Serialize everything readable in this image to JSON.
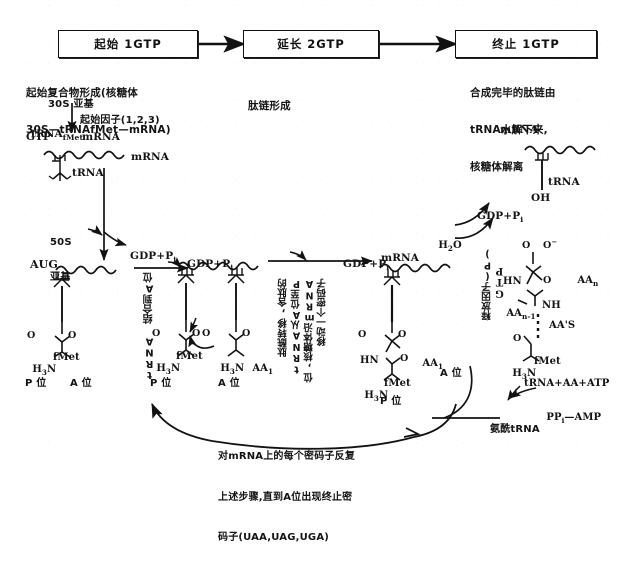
{
  "figure": {
    "title_boxes": [
      {
        "id": "initiation",
        "label": "起始 1GTP"
      },
      {
        "id": "elongation",
        "label": "延长 2GTP"
      },
      {
        "id": "termination",
        "label": "终止 1GTP"
      }
    ],
    "stage_captions": [
      {
        "id": "initiation-caption",
        "lines": [
          "起始复合物形成(核糖体",
          "30S—tRNAfMet—mRNA)"
        ]
      },
      {
        "id": "elongation-caption",
        "lines": [
          "肽链形成"
        ]
      },
      {
        "id": "termination-caption",
        "lines": [
          "合成完毕的肽链由",
          "tRNA水解下来,",
          "核糖体解离"
        ]
      }
    ],
    "labels": {
      "subunit_30s": "30S 亚基",
      "subunit_50s_line1": "50S",
      "subunit_50s_line2": "亚基",
      "trna_fmet": "tRNA fMet",
      "gtp": "GTP",
      "initiation_factors": "起始因子(1,2,3)",
      "mrna_1": "mRNA",
      "mrna_label_top": "mRNA",
      "mrna_label_mid": "mRNA",
      "mrna_label_right": "mRNA",
      "trna_label_left": "tRNA",
      "trna_label_right": "tRNA",
      "oh": "OH",
      "codon_aug": "AUG",
      "gdp_pi_1": "GDP+P",
      "gdp_pi_2": "GDP+P",
      "gdp_pi_3": "GDP+P",
      "gdp_pi_4": "GDP+P",
      "pi_sub": "i",
      "water": "H O",
      "water_sub": "2",
      "release_factor": "释放因子(P)",
      "release_gtp": "GTP",
      "aa_activation": "tRNA+AA+ATP",
      "ppi_amp": "PP —AMP",
      "ppi_sub": "i",
      "aminoacyl_trna": "氨酰tRNA"
    },
    "vertical_texts": [
      {
        "id": "trna-aa1-binds-a-site",
        "text": "tRNA 结合到A位",
        "sub": "AA1"
      },
      {
        "id": "peptidyl-transfer",
        "col1": "肽酰转移,含肽的",
        "col2": "tRNA从A位至P",
        "col3": "位,核糖体沿mRNA",
        "col4": "移动一个密码子"
      }
    ],
    "site_labels": [
      {
        "id": "site-p-1",
        "p": "P 位",
        "a": "A 位"
      },
      {
        "id": "site-p-2",
        "p": "P 位",
        "a": "A 位"
      },
      {
        "id": "site-p-3",
        "p": "P 位",
        "a": "A 位"
      }
    ],
    "chem_labels": {
      "h3n_1": "H N",
      "h3n_sub": "3",
      "fmet_1": "fMet",
      "fmet_2": "fMet",
      "fmet_3": "fMet",
      "fmet_4": "fMet",
      "aa1_1": "AA",
      "aa1_sub": "1",
      "aa1_2": "AA",
      "aa_n": "AA",
      "aa_n_sub": "n",
      "aa_n_1": "AA",
      "aa_n_1_sub": "n-1",
      "hn": "HN",
      "nh": "NH",
      "aas": "AA'S",
      "o_minus": "O",
      "o_atom": "O",
      "plus": "+"
    },
    "loop_caption": {
      "lines": [
        "对mRNA上的每个密码子反复",
        "上述步骤,直到A位出现终止密",
        "码子(UAA,UAG,UGA)"
      ]
    },
    "colors": {
      "ink": "#141414",
      "paper": "#ffffff",
      "stroke": "#101010"
    }
  }
}
